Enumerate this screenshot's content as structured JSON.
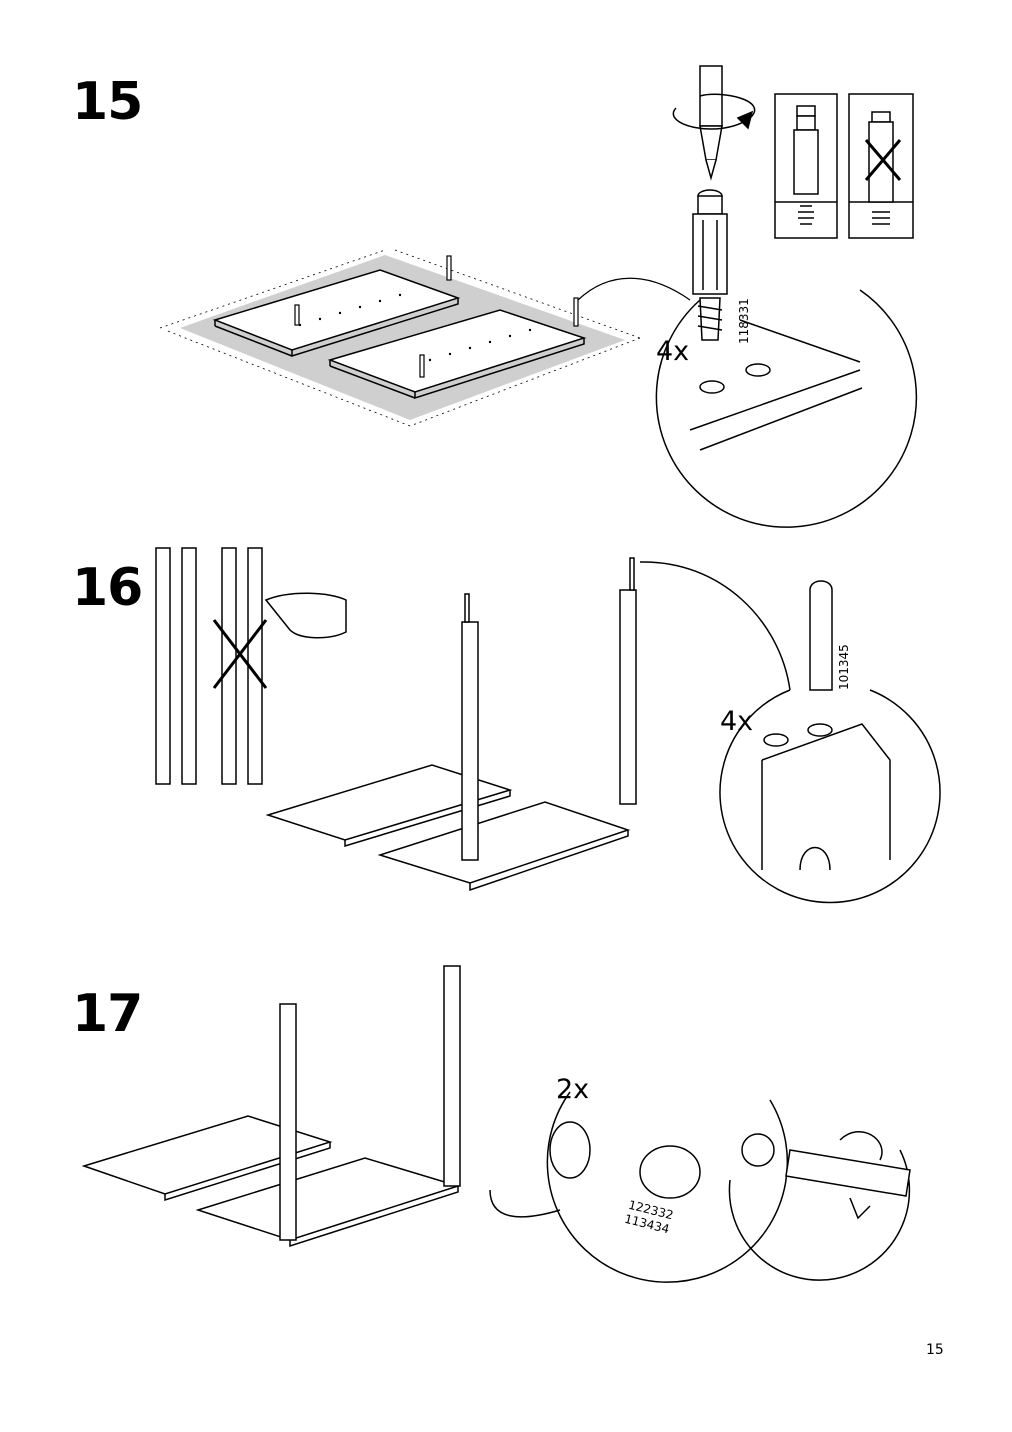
{
  "page": {
    "number": "15"
  },
  "steps": [
    {
      "number": "15",
      "quantity": "4x",
      "part_number": "118331"
    },
    {
      "number": "16",
      "quantity": "4x",
      "part_number": "101345"
    },
    {
      "number": "17",
      "quantity": "2x",
      "part_numbers": [
        "122332",
        "113434"
      ]
    }
  ]
}
